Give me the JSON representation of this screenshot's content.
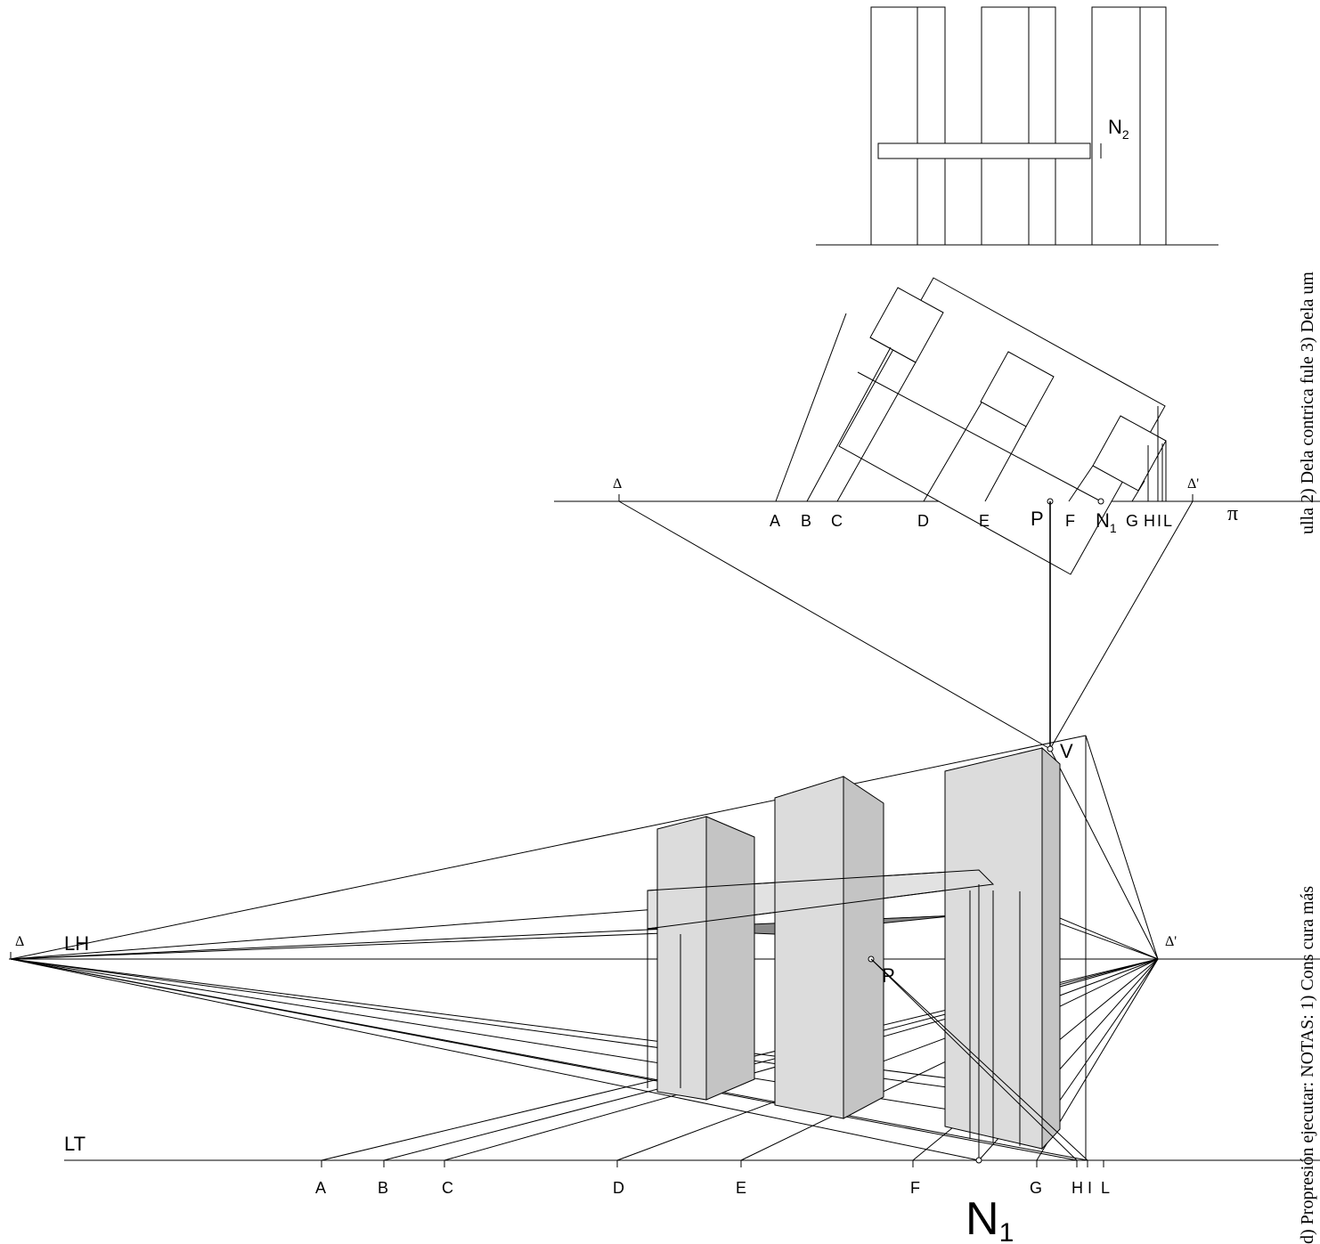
{
  "elevation": {
    "n2_label": "N",
    "n2_sub": "2"
  },
  "plan": {
    "delta_label": "Δ",
    "delta_prime_label": "Δ'",
    "p_label": "P",
    "pi_label": "π",
    "n1_label": "N",
    "n1_sub": "1",
    "points": [
      "A",
      "B",
      "C",
      "D",
      "E",
      "F",
      "G",
      "H",
      "I",
      "L"
    ]
  },
  "perspective": {
    "lh_label": "LH",
    "lt_label": "LT",
    "delta_label": "Δ",
    "delta_prime_label": "Δ'",
    "v_label": "V",
    "p_label": "P",
    "n1_label": "N",
    "n1_sub": "1",
    "points": [
      "A",
      "B",
      "C",
      "D",
      "E",
      "F",
      "G",
      "H",
      "I",
      "L"
    ]
  },
  "margin_text": {
    "vertical_top": "ulla 2) Dela contrica fule 3) Dela um",
    "vertical_bottom": "d) Propresión ejecutar: NOTAS: 1) Cons cura más"
  }
}
